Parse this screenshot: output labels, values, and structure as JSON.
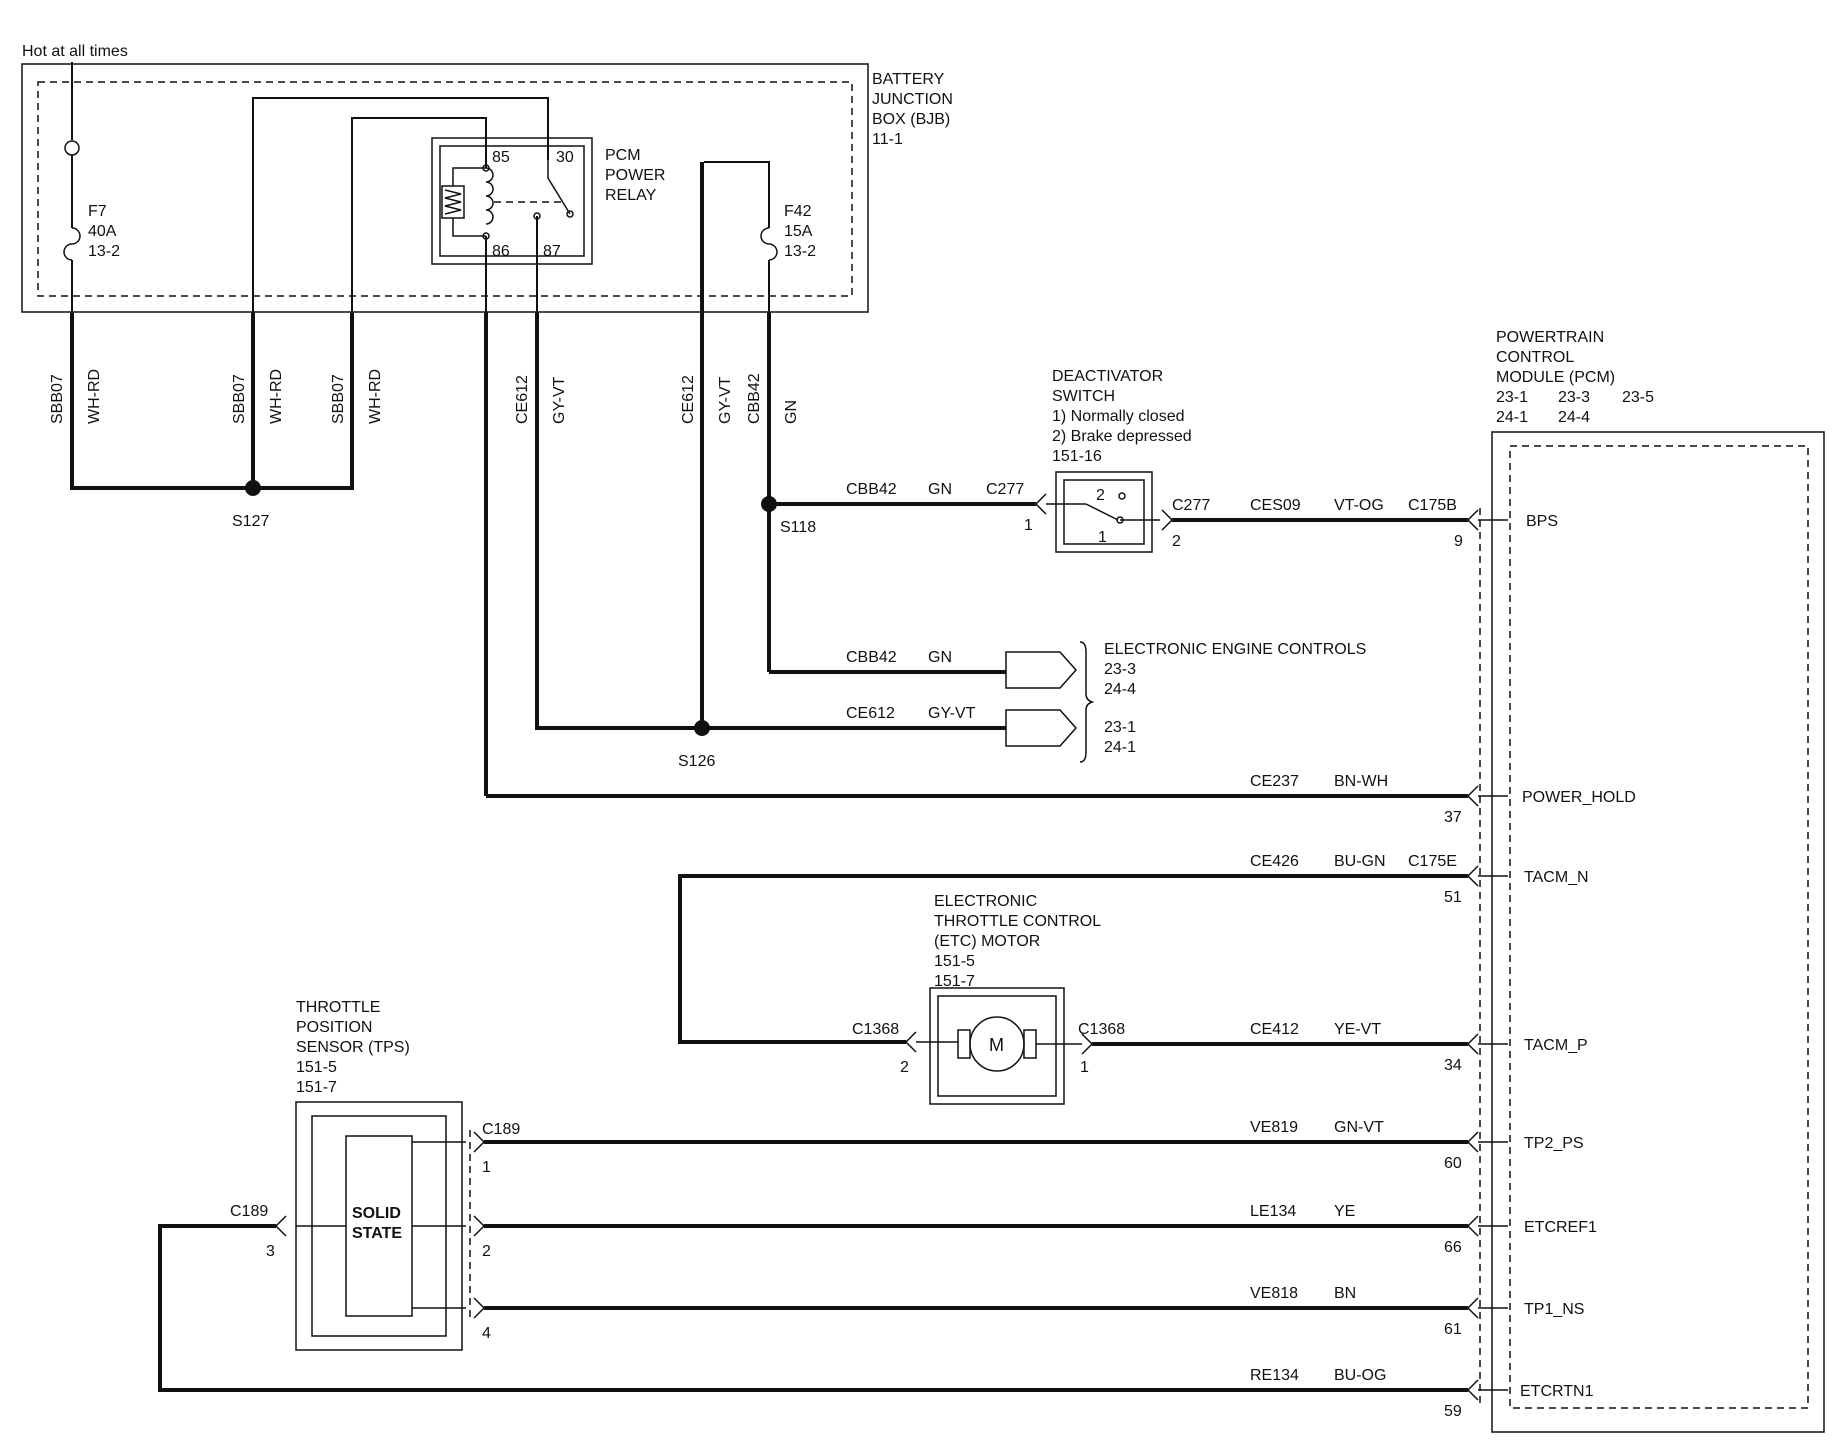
{
  "header": {
    "supply_label": "Hot at all times"
  },
  "bjb": {
    "title_lines": [
      "BATTERY",
      "JUNCTION",
      "BOX (BJB)",
      "11-1"
    ],
    "fuse_f7": [
      "F7",
      "40A",
      "13-2"
    ],
    "fuse_f42": [
      "F42",
      "15A",
      "13-2"
    ],
    "relay_lines": [
      "PCM",
      "POWER",
      "RELAY"
    ],
    "relay_pins": {
      "p85": "85",
      "p86": "86",
      "p30": "30",
      "p87": "87"
    }
  },
  "vertical_labels": {
    "sbb07_1": "SBB07",
    "whrd_1": "WH-RD",
    "sbb07_2": "SBB07",
    "whrd_2": "WH-RD",
    "sbb07_3": "SBB07",
    "whrd_3": "WH-RD",
    "ce612_1": "CE612",
    "gyvt_1": "GY-VT",
    "ce612_2": "CE612",
    "gyvt_2": "GY-VT",
    "cbb42_1": "CBB42",
    "gn_1": "GN"
  },
  "splices": {
    "s127": "S127",
    "s118": "S118",
    "s126": "S126"
  },
  "deactivator": {
    "title_lines": [
      "DEACTIVATOR",
      "SWITCH",
      "1) Normally closed",
      "2) Brake depressed",
      "151-16"
    ],
    "inner_2": "2",
    "inner_1": "1",
    "conn_left": "C277",
    "conn_right": "C277",
    "pin_left": "1",
    "pin_right": "2"
  },
  "eec": {
    "title": "ELECTRONIC ENGINE CONTROLS",
    "refs_top": [
      "23-3",
      "24-4"
    ],
    "refs_bottom": [
      "23-1",
      "24-1"
    ]
  },
  "pcm": {
    "title_lines": [
      "POWERTRAIN",
      "CONTROL",
      "MODULE (PCM)"
    ],
    "refs_row1": [
      "23-1",
      "23-3",
      "23-5"
    ],
    "refs_row2": [
      "24-1",
      "24-4"
    ],
    "pins": [
      {
        "name": "BPS",
        "pin": "9"
      },
      {
        "name": "POWER_HOLD",
        "pin": "37"
      },
      {
        "name": "TACM_N",
        "pin": "51"
      },
      {
        "name": "TACM_P",
        "pin": "34"
      },
      {
        "name": "TP2_PS",
        "pin": "60"
      },
      {
        "name": "ETCREF1",
        "pin": "66"
      },
      {
        "name": "TP1_NS",
        "pin": "61"
      },
      {
        "name": "ETCRTN1",
        "pin": "59"
      }
    ]
  },
  "wires": {
    "cbb42_a": {
      "circuit": "CBB42",
      "color": "GN"
    },
    "ces09": {
      "circuit": "CES09",
      "color": "VT-OG",
      "conn": "C175B"
    },
    "cbb42_b": {
      "circuit": "CBB42",
      "color": "GN"
    },
    "ce612": {
      "circuit": "CE612",
      "color": "GY-VT"
    },
    "ce237": {
      "circuit": "CE237",
      "color": "BN-WH"
    },
    "ce426": {
      "circuit": "CE426",
      "color": "BU-GN",
      "conn": "C175E"
    },
    "ce412": {
      "circuit": "CE412",
      "color": "YE-VT"
    },
    "ve819": {
      "circuit": "VE819",
      "color": "GN-VT"
    },
    "le134": {
      "circuit": "LE134",
      "color": "YE"
    },
    "ve818": {
      "circuit": "VE818",
      "color": "BN"
    },
    "re134": {
      "circuit": "RE134",
      "color": "BU-OG"
    }
  },
  "etc": {
    "title_lines": [
      "ELECTRONIC",
      "THROTTLE CONTROL",
      "(ETC) MOTOR",
      "151-5",
      "151-7"
    ],
    "motor_symbol": "M",
    "conn_left": "C1368",
    "conn_right": "C1368",
    "pin_left": "2",
    "pin_right": "1"
  },
  "tps": {
    "title_lines": [
      "THROTTLE",
      "POSITION",
      "SENSOR (TPS)",
      "151-5",
      "151-7"
    ],
    "inner_lines": [
      "SOLID",
      "STATE"
    ],
    "conn_right": "C189",
    "conn_left": "C189",
    "pin1": "1",
    "pin2": "2",
    "pin4": "4",
    "pin3": "3"
  }
}
